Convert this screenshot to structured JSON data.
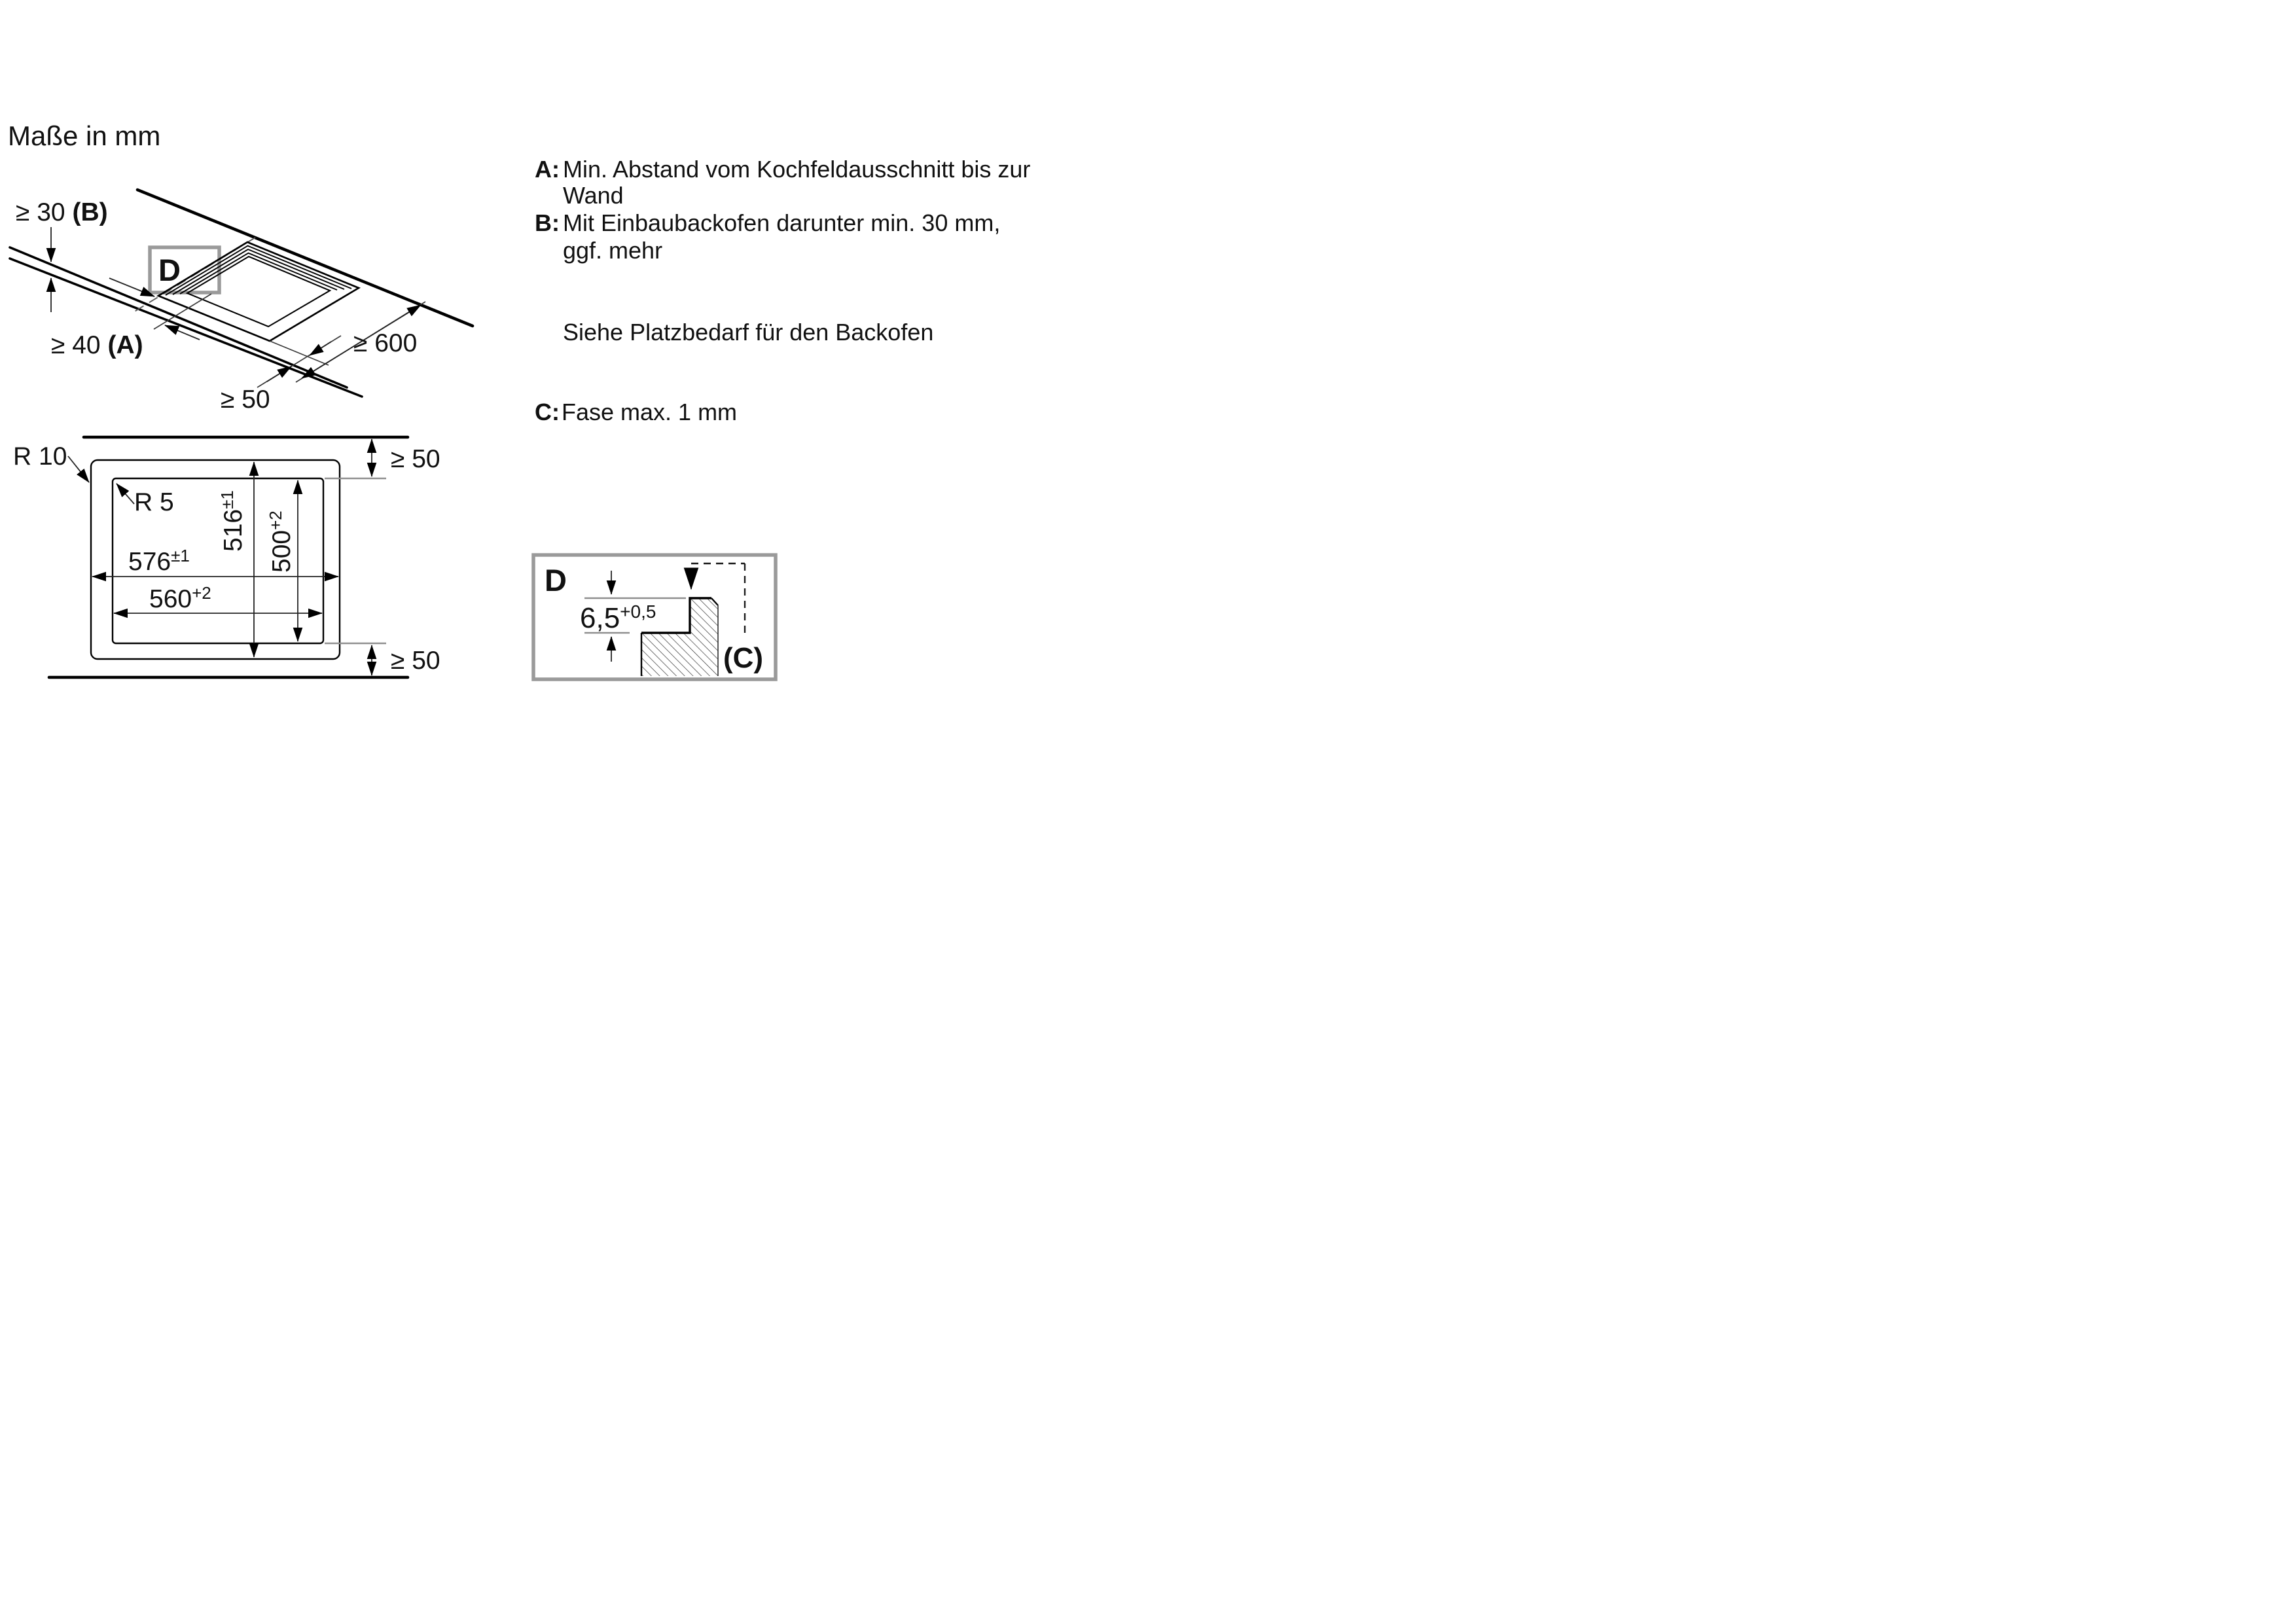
{
  "title": "Maße in mm",
  "colors": {
    "line": "#000000",
    "callout_gray": "#9a9a9a",
    "reference_gray": "#8f8f8f",
    "text": "#111111",
    "background": "#ffffff"
  },
  "perspective_view": {
    "detail_callout": "D",
    "dim_oven_gap_prefix": "≥ 30 ",
    "dim_oven_gap_ref": "(B)",
    "dim_side_prefix": "≥ 40 ",
    "dim_side_ref": "(A)",
    "dim_depth": "≥ 600",
    "dim_front": "≥ 50"
  },
  "plan_view": {
    "radius_outer": "R 10",
    "radius_inner": "R 5",
    "width_outer": "576",
    "width_outer_tol": "±1",
    "width_inner": "560",
    "width_inner_tol": "+2",
    "height_outer": "516",
    "height_outer_tol": "±1",
    "height_inner": "500",
    "height_inner_tol": "+2",
    "gap_top": "≥ 50",
    "gap_bottom": "≥ 50"
  },
  "notes": {
    "a_label": "A:",
    "a_text": "Min. Abstand vom Kochfeldausschnitt bis zur",
    "a_text_2": "Wand",
    "b_label": "B:",
    "b_text": "Mit Einbaubackofen darunter min. 30 mm,",
    "b_text_2": "ggf. mehr",
    "oven_note": "Siehe Platzbedarf für den Backofen",
    "c_label": "C:",
    "c_text": "Fase max. 1 mm"
  },
  "detail_view": {
    "callout": "D",
    "depth_value": "6,5",
    "depth_tol": "+0,5",
    "chamfer_ref": "(C)"
  }
}
